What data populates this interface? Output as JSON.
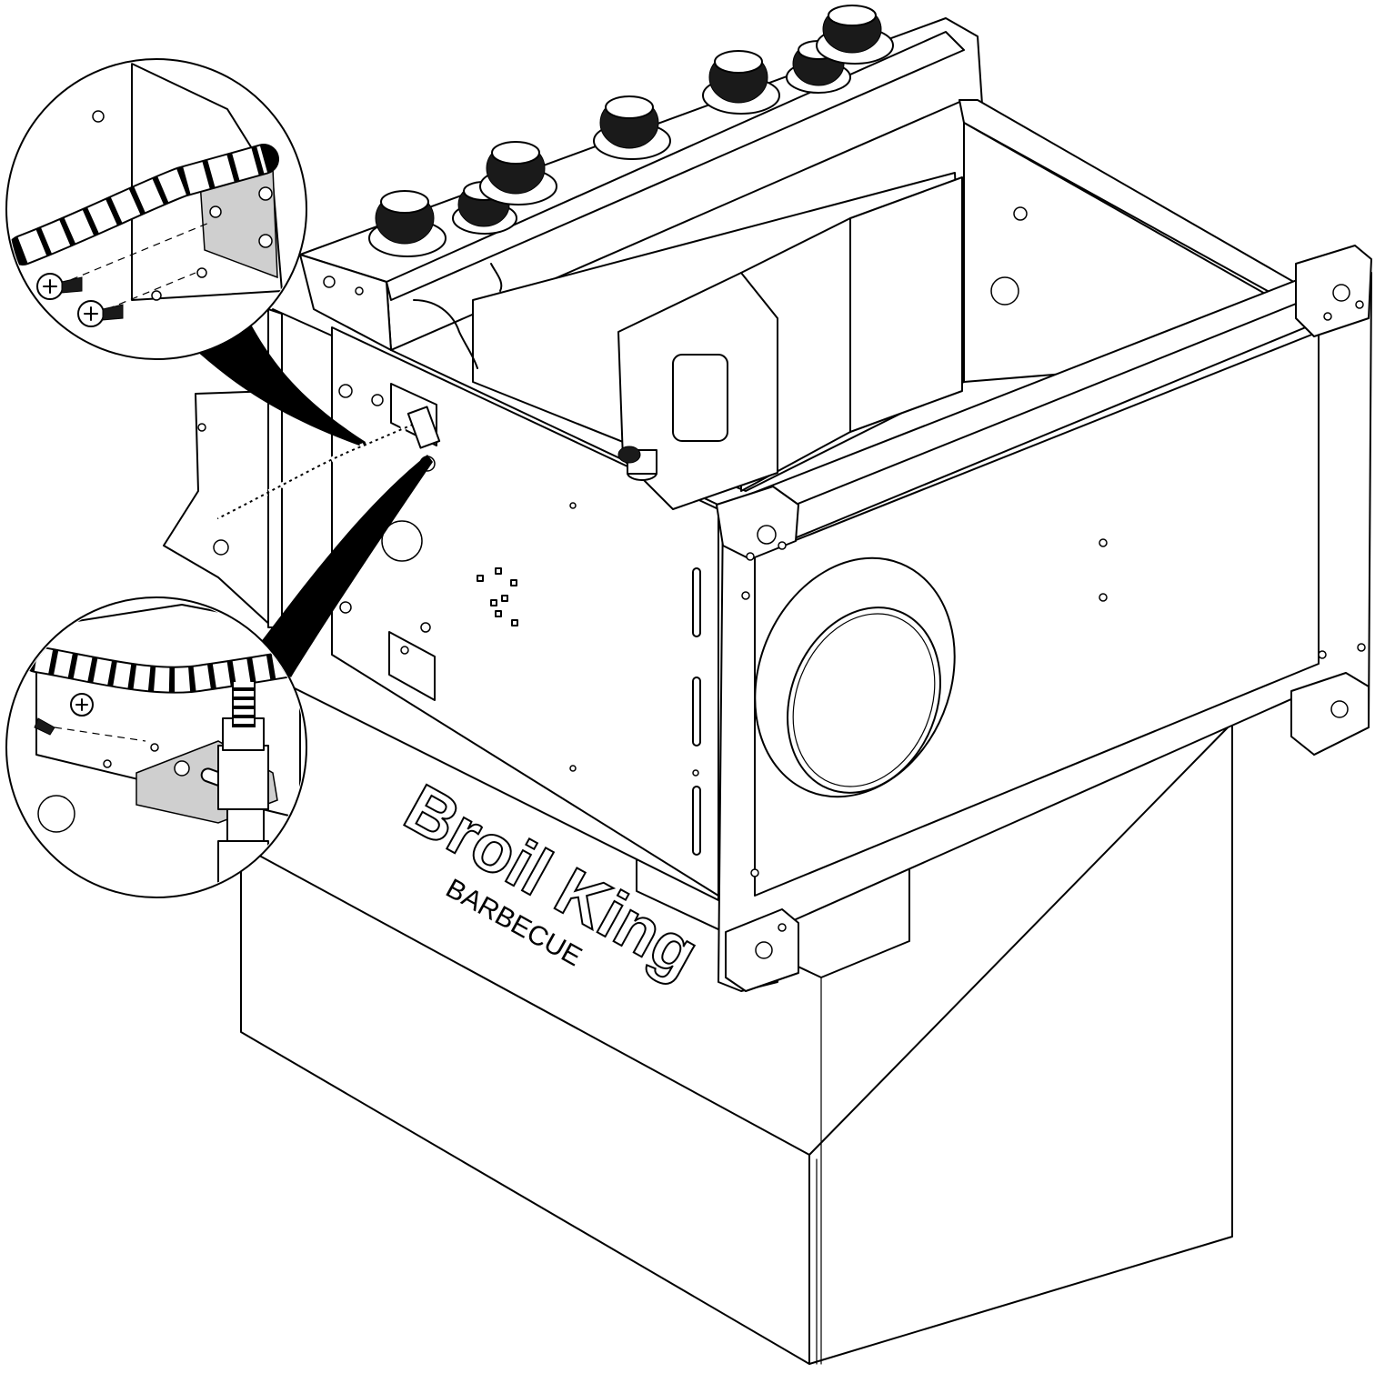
{
  "diagram": {
    "brand": {
      "logo_text": "Broil King",
      "sub_text": "BARBECUE"
    },
    "knob_count": 7,
    "detail_callouts": 2
  }
}
